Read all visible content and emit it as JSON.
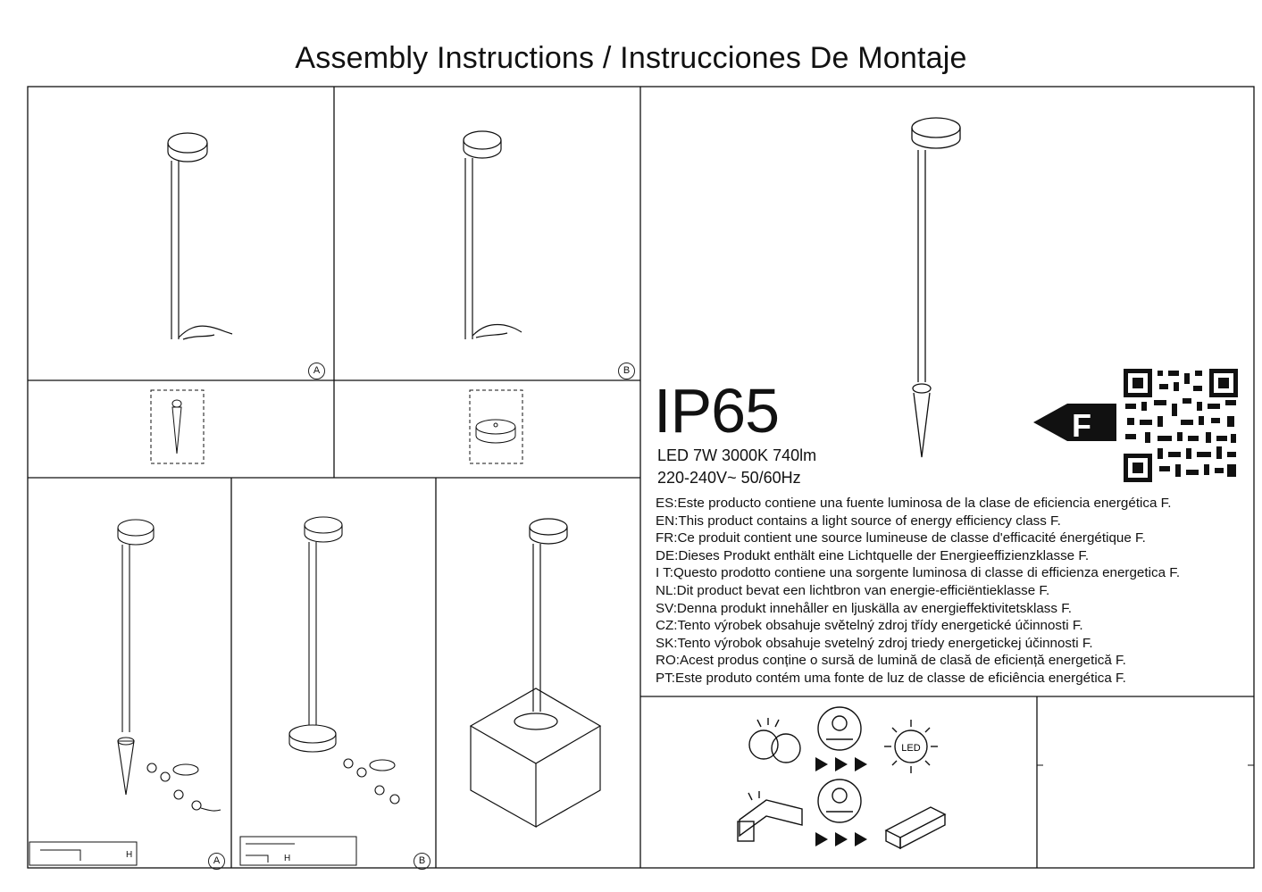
{
  "title": "Assembly Instructions / Instrucciones De Montaje",
  "panels": {
    "a_label": "A",
    "b_label": "B",
    "a_bottom_label": "A",
    "b_bottom_label": "B"
  },
  "tool_box_a": {
    "text": "H"
  },
  "tool_box_b": {
    "text": "H"
  },
  "product": {
    "ip_rating": "IP65",
    "spec_line1": "LED 7W 3000K 740lm",
    "spec_line2": "220-240V~ 50/60Hz",
    "energy_class": "F"
  },
  "energy_statements": [
    "ES:Este producto contiene una fuente luminosa de la clase de eficiencia energética F.",
    "EN:This product contains a light source of energy efficiency class F.",
    "FR:Ce produit contient une source lumineuse de classe d'efficacité énergétique F.",
    "DE:Dieses Produkt enthält eine Lichtquelle der Energieeffizienzklasse F.",
    "I T:Questo prodotto contiene una sorgente luminosa di classe di efficienza energetica F.",
    "NL:Dit product bevat een lichtbron van energie-efficiëntieklasse F.",
    "SV:Denna produkt innehåller en ljuskälla av energieffektivitetsklass F.",
    "CZ:Tento výrobek obsahuje světelný zdroj třídy energetické účinnosti F.",
    "SK:Tento výrobok obsahuje svetelný zdroj triedy energetickej účinnosti F.",
    "RO:Acest produs conține o sursă de lumină de clasă de eficiență energetică F.",
    "PT:Este produto contém uma fonte de luz de classe de eficiência energética F."
  ],
  "icons": {
    "led_label": "LED"
  }
}
